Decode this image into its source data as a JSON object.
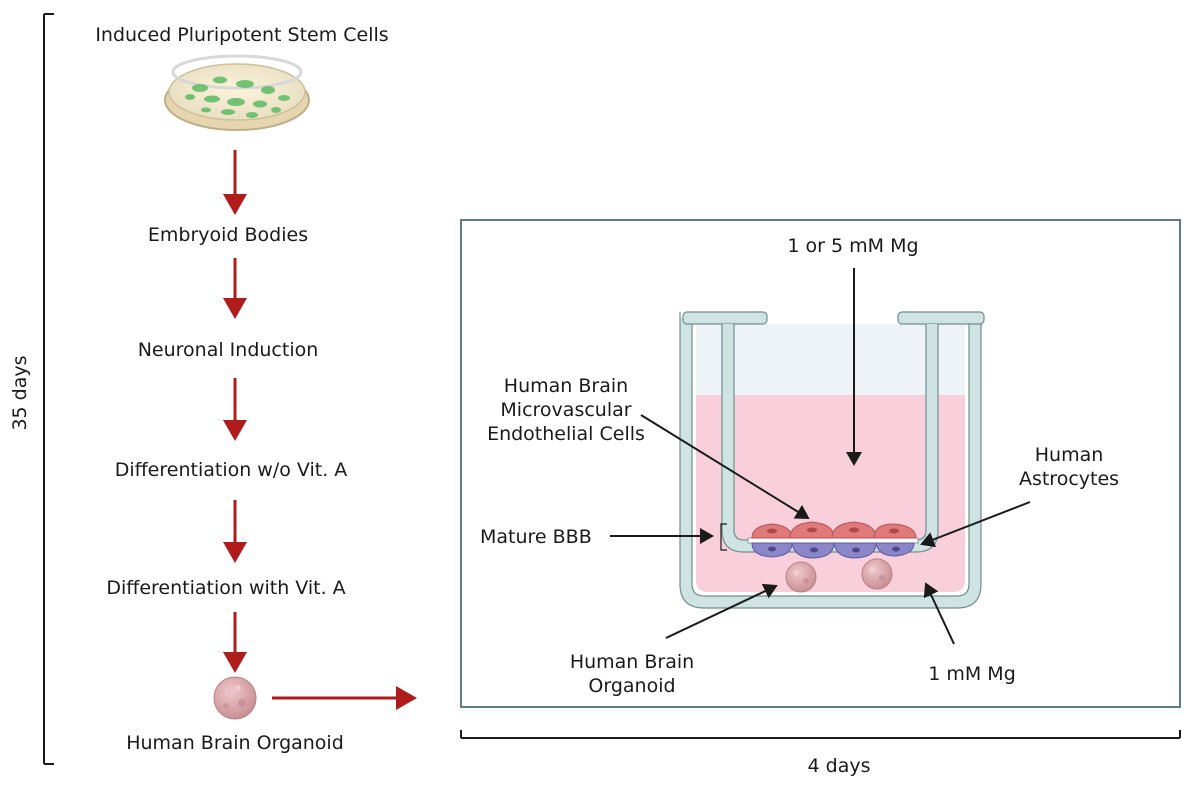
{
  "timeline_left": "35 days",
  "timeline_bottom": "4 days",
  "steps": [
    "Induced Pluripotent Stem Cells",
    "Embryoid Bodies",
    "Neuronal Induction",
    "Differentiation w/o Vit. A",
    "Differentiation with Vit. A",
    "Human Brain Organoid"
  ],
  "panel": {
    "top_media": "1 or 5 mM Mg",
    "endothelial": "Human Brain\nMicrovascular\nEndothelial Cells",
    "astrocytes": "Human\nAstrocytes",
    "bbb": "Mature BBB",
    "organoid": "Human Brain\nOrganoid",
    "bottom_media": "1 mM Mg"
  },
  "colors": {
    "arrow_red": "#b01c1c",
    "media_pink": "#f8cfda",
    "insert_wall": "#cfe3e3",
    "endothelial_red": "#e07a7a",
    "astrocyte_purple": "#8a86c8",
    "organoid": "#d9a9ad"
  }
}
